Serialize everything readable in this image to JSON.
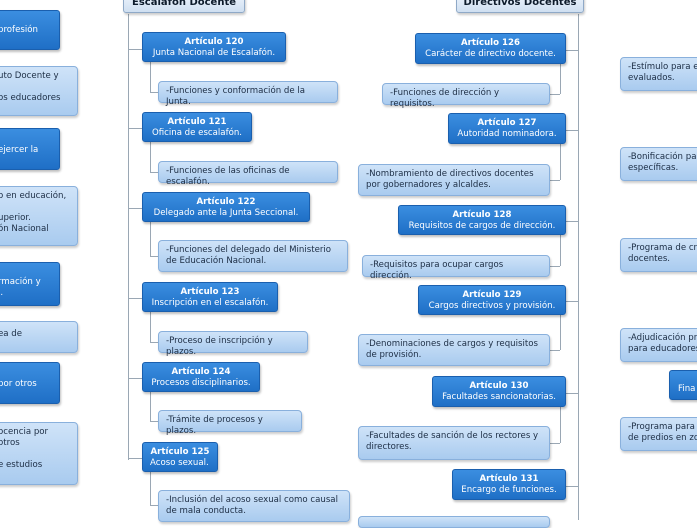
{
  "headers": {
    "left": "Escalafon Docente",
    "middle": "Directivos Docentes"
  },
  "escalafon": [
    {
      "title": "Artículo 120",
      "subtitle": "Junta Nacional de Escalafón.",
      "detail": "-Funciones y conformación de la Junta."
    },
    {
      "title": "Artículo 121",
      "subtitle": "Oficina de escalafón.",
      "detail": "-Funciones de las oficinas de escalafón."
    },
    {
      "title": "Artículo 122",
      "subtitle": "Delegado ante la Junta Seccional.",
      "detail": "-Funciones del delegado del Ministerio de Educación Nacional."
    },
    {
      "title": "Artículo 123",
      "subtitle": "Inscripción en el escalafón.",
      "detail": "-Proceso de inscripción y plazos."
    },
    {
      "title": "Artículo 124",
      "subtitle": "Procesos disciplinarios.",
      "detail": "-Trámite de procesos y plazos."
    },
    {
      "title": "Artículo 125",
      "subtitle": "Acoso sexual.",
      "detail": "-Inclusión del acoso sexual como causal de mala conducta."
    }
  ],
  "directivos": [
    {
      "title": "Artículo 126",
      "subtitle": "Carácter de directivo docente.",
      "detail": "-Funciones de dirección y requisitos."
    },
    {
      "title": "Artículo 127",
      "subtitle": "Autoridad nominadora.",
      "detail": "-Nombramiento de directivos docentes por gobernadores y alcaldes."
    },
    {
      "title": "Artículo 128",
      "subtitle": "Requisitos de cargos de dirección.",
      "detail": "-Requisitos para ocupar cargos dirección."
    },
    {
      "title": "Artículo 129",
      "subtitle": "Cargos directivos y provisión.",
      "detail": "-Denominaciones de cargos y requisitos de provisión."
    },
    {
      "title": "Artículo 130",
      "subtitle": "Facultades sancionatorias.",
      "detail": "-Facultades de sanción de los rectores y directores."
    },
    {
      "title": "Artículo 131",
      "subtitle": "Encargo de funciones."
    }
  ],
  "left_column": [
    "profesión",
    "uto Docente y\n\nos educadores",
    "ejercer la",
    "o en educación,\n\nuperior.\nón Nacional",
    "rmación y\nl.",
    "ea de",
    "por otros",
    "ocencia por otros\n\ne estudios"
  ],
  "right_column": [
    "-Estímulo para e\nevaluados.",
    "-Bonificación par\nespecíficas.",
    "-Programa de cr\ndocentes.",
    "-Adjudicación pr\npara educadores",
    "Fina",
    "-Programa para\nde predios en zo"
  ]
}
